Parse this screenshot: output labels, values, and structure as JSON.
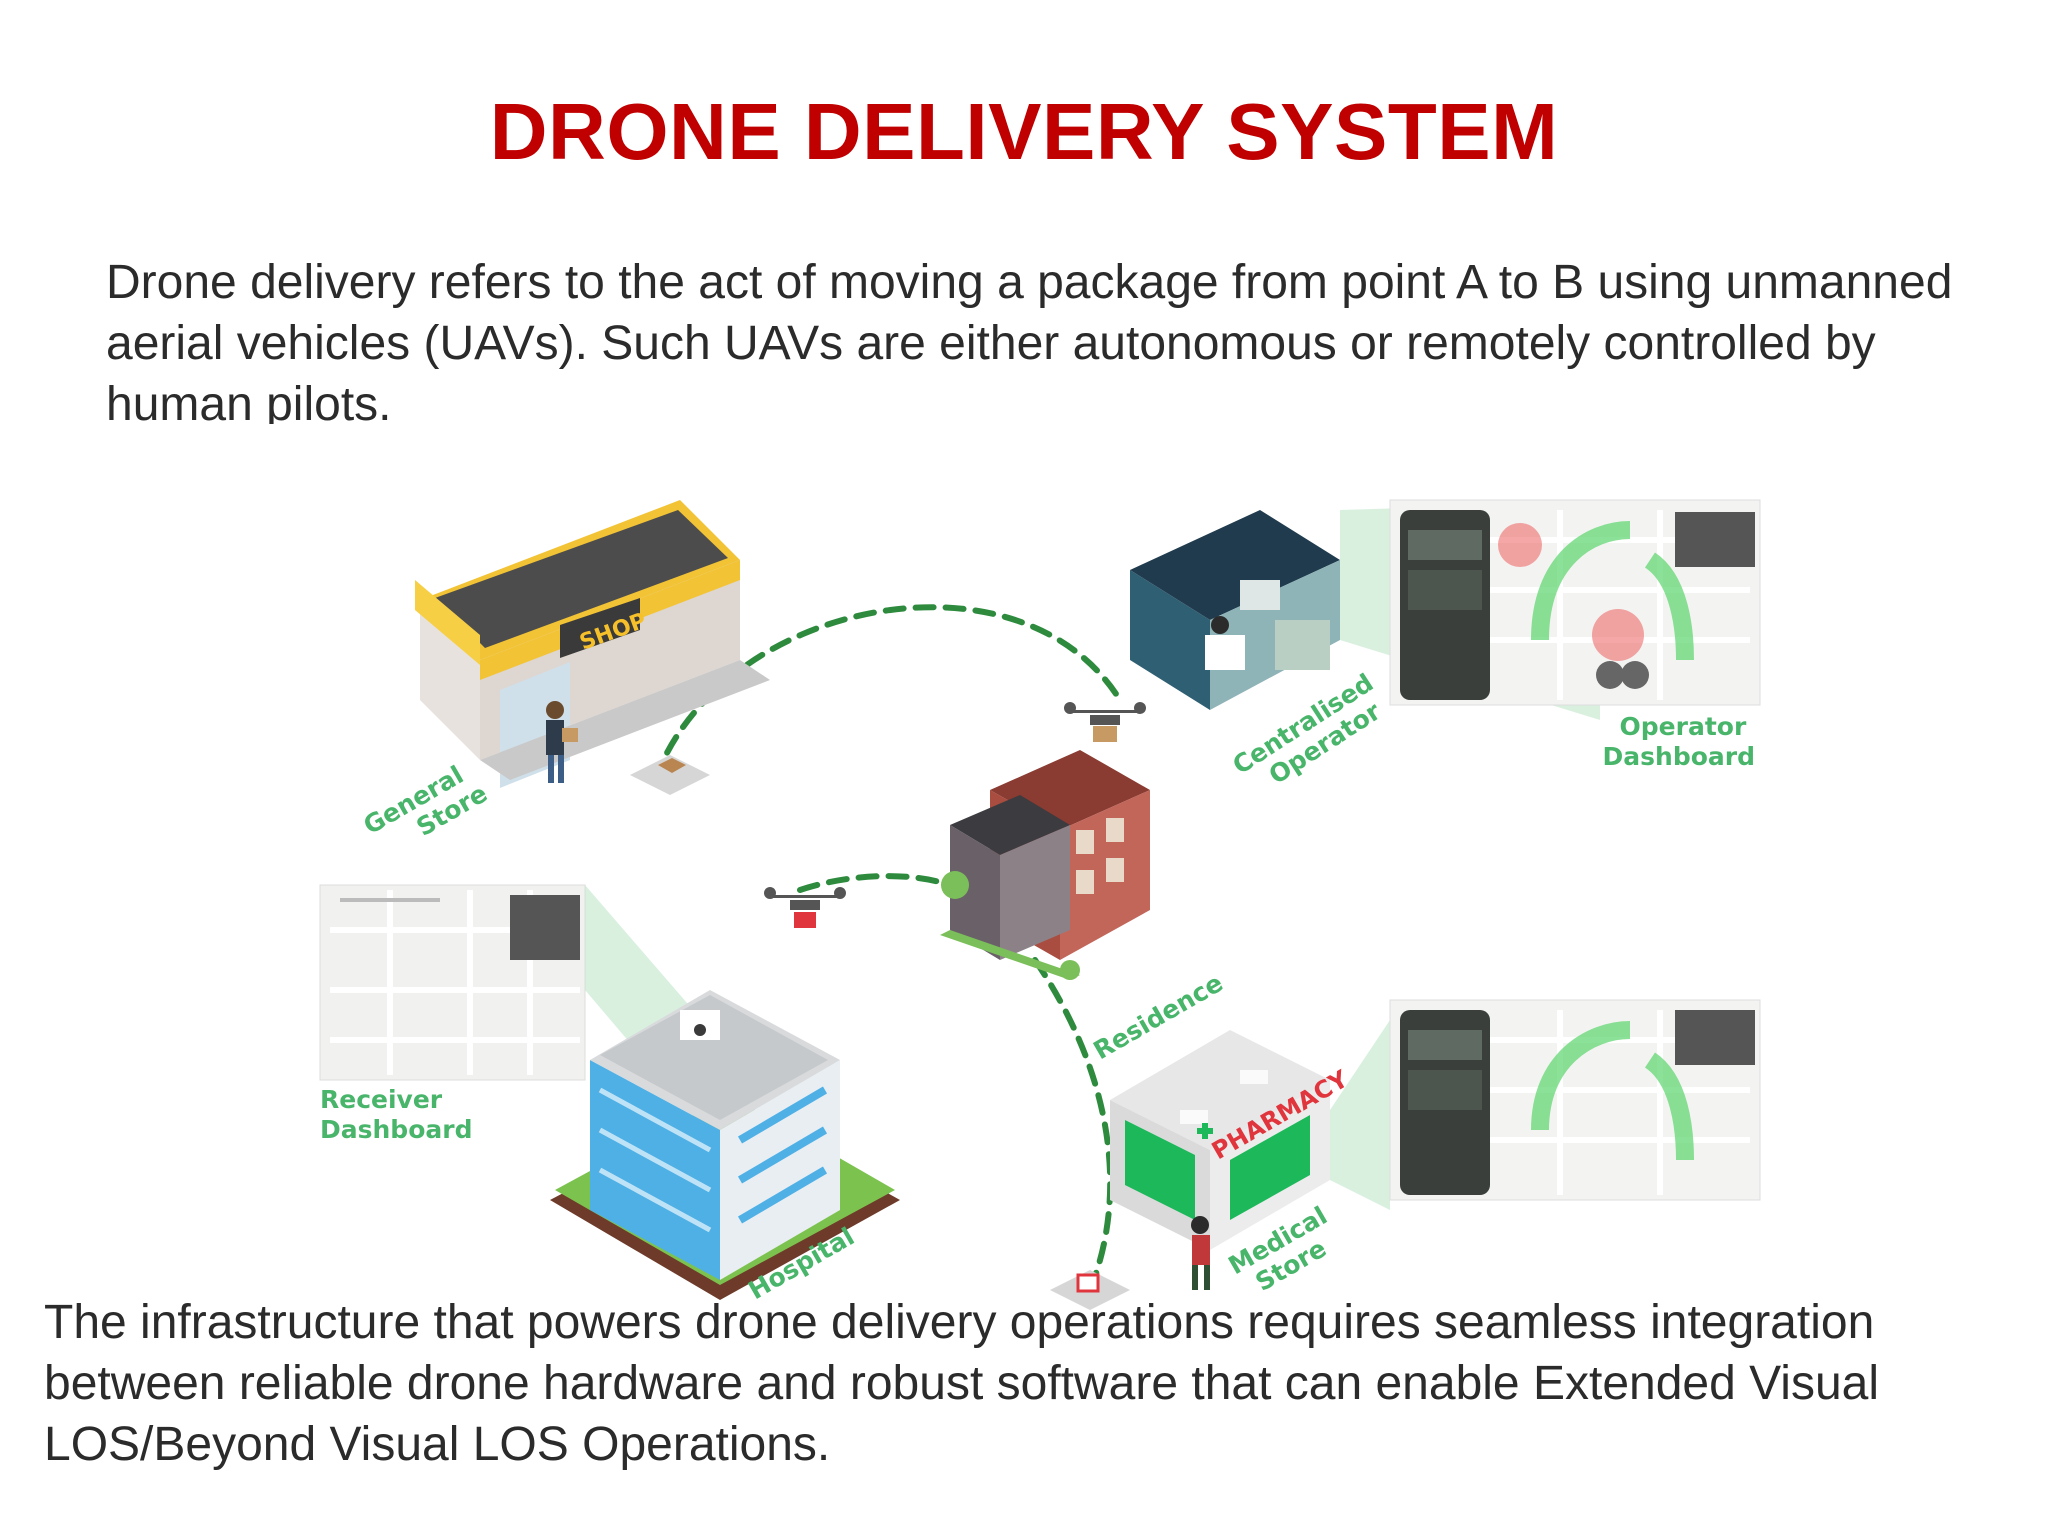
{
  "title": "DRONE DELIVERY SYSTEM",
  "intro": "Drone delivery refers to the act of moving a package from point A to B using unmanned aerial vehicles (UAVs). Such UAVs are either autonomous or remotely controlled by human pilots.",
  "outro": "The infrastructure that powers drone delivery operations requires seamless integration between reliable drone hardware and robust software that can enable Extended Visual  LOS/Beyond Visual LOS Operations.",
  "diagram": {
    "labels": {
      "general_store": [
        "General",
        "Store"
      ],
      "centralised_operator": [
        "Centralised",
        "Operator"
      ],
      "operator_dashboard": [
        "Operator",
        "Dashboard"
      ],
      "receiver_dashboard": [
        "Receiver",
        "Dashboard"
      ],
      "residence": "Residence",
      "hospital": "Hospital",
      "medical_store": [
        "Medical",
        "Store"
      ]
    },
    "signs": {
      "shop": "SHOP",
      "pharmacy": "PHARMACY"
    },
    "colors": {
      "accent_green": "#48b56b",
      "route_green": "#2e8b3e",
      "title_red": "#c00000"
    }
  }
}
